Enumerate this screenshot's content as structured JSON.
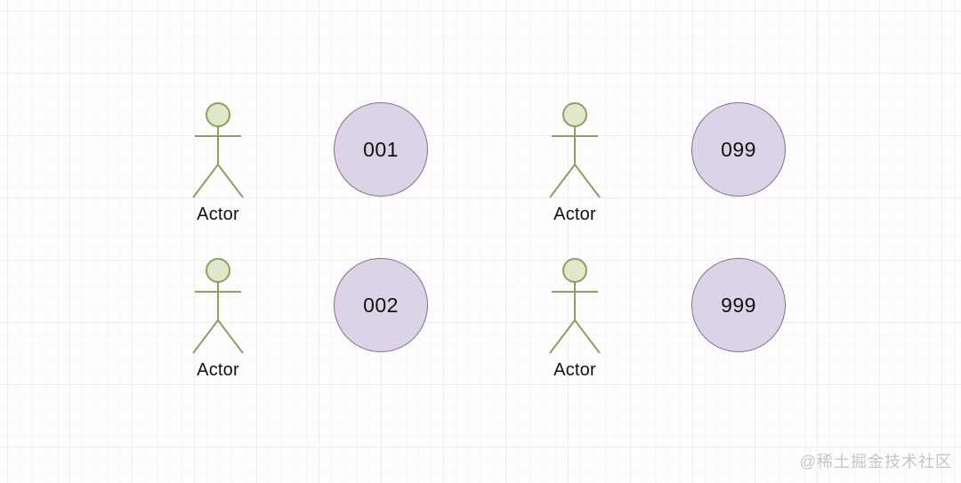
{
  "diagram": {
    "type": "uml-usecase-diagram",
    "grid_background": true,
    "actors": [
      {
        "label": "Actor"
      },
      {
        "label": "Actor"
      },
      {
        "label": "Actor"
      },
      {
        "label": "Actor"
      }
    ],
    "usecases": [
      {
        "label": "001"
      },
      {
        "label": "099"
      },
      {
        "label": "002"
      },
      {
        "label": "999"
      }
    ]
  },
  "watermark": {
    "text": "@稀土掘金技术社区"
  },
  "colors": {
    "background": "#fdfdfd",
    "grid_line": "#ededed",
    "actor_stroke": "#8f9e63",
    "actor_head_fill": "#dde9c9",
    "usecase_fill": "#ddd3e6",
    "usecase_stroke": "#7d7292",
    "label_text": "#111111",
    "watermark_text": "#c6c6c6"
  }
}
